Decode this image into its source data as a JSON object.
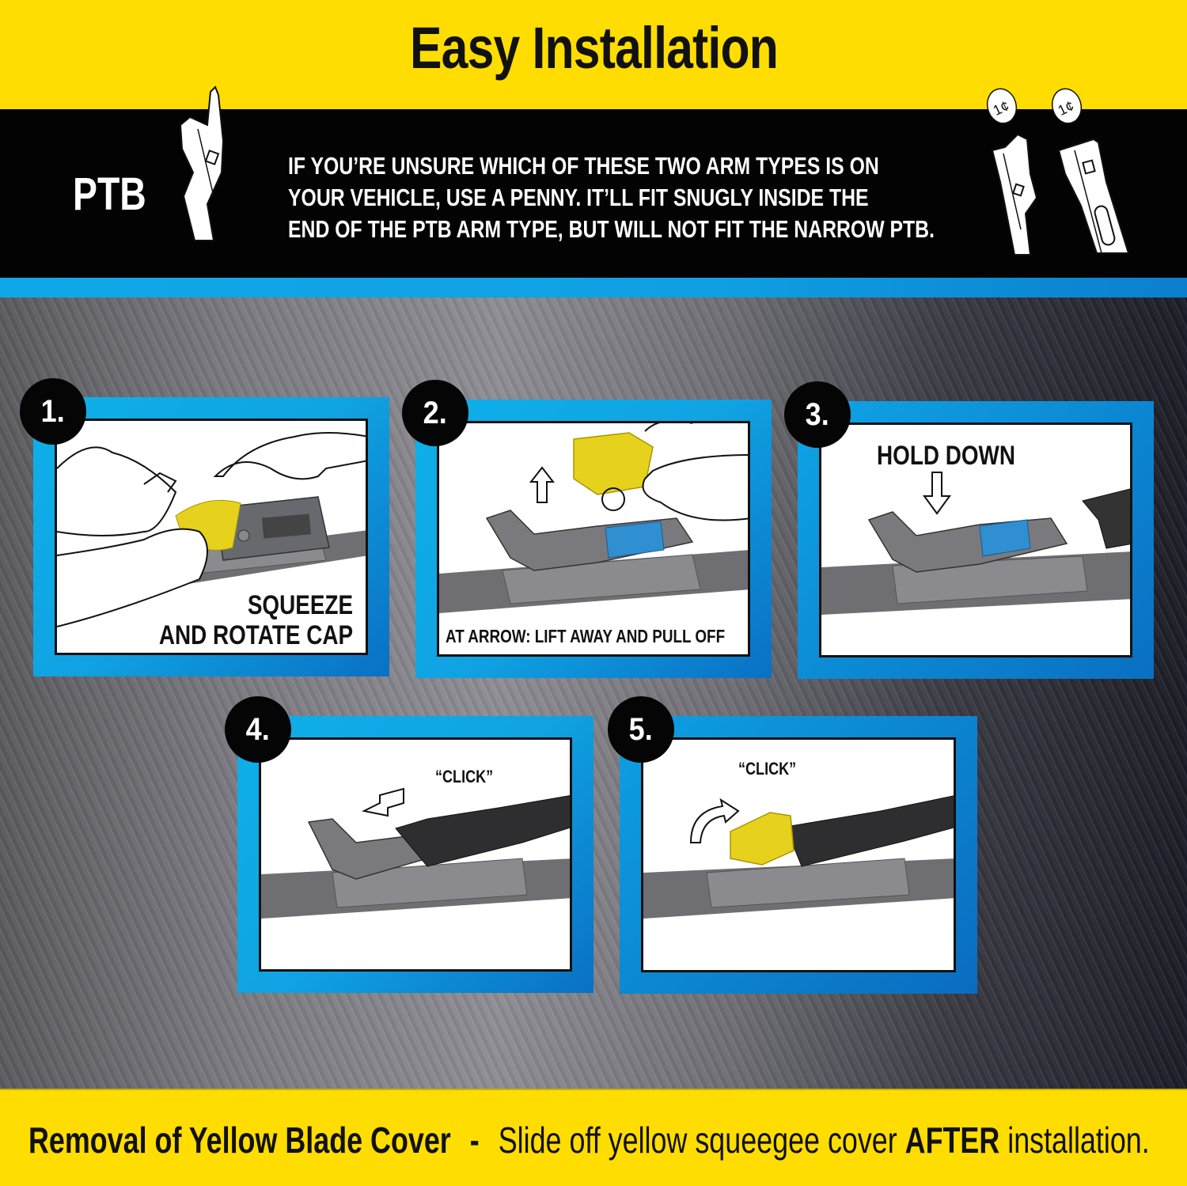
{
  "header": {
    "title": "Easy Installation",
    "background": "#ffdd00"
  },
  "arm_type_note": {
    "label": "PTB",
    "lines": [
      "IF YOU’RE UNSURE WHICH OF THESE TWO ARM TYPES IS ON",
      "YOUR VEHICLE, USE A PENNY. IT’LL FIT SNUGLY INSIDE THE",
      "END OF THE PTB ARM TYPE, BUT WILL NOT FIT THE NARROW PTB."
    ],
    "penny_labels": [
      "1¢",
      "1¢"
    ],
    "icons": [
      "ptb-arm-icon",
      "penny-ptb-arm-icon",
      "penny-narrow-ptb-arm-icon"
    ]
  },
  "steps": [
    {
      "number": "1.",
      "caption_lines": [
        "SQUEEZE",
        "AND ROTATE CAP"
      ],
      "illustration": "hands-rotate-yellow-cap"
    },
    {
      "number": "2.",
      "caption_lines": [
        "AT ARROW: LIFT AWAY AND PULL OFF"
      ],
      "illustration": "lift-yellow-adapter-off"
    },
    {
      "number": "3.",
      "caption_lines": [
        "HOLD DOWN"
      ],
      "illustration": "hold-down-connector"
    },
    {
      "number": "4.",
      "caption_lines": [
        "“CLICK”"
      ],
      "illustration": "slide-arm-onto-connector"
    },
    {
      "number": "5.",
      "caption_lines": [
        "“CLICK”"
      ],
      "illustration": "close-yellow-cap"
    }
  ],
  "footer": {
    "heading": "Removal of Yellow Blade Cover",
    "separator": "-",
    "text_before": "Slide off yellow squeegee cover",
    "emphasis": "AFTER",
    "text_after": "installation."
  },
  "colors": {
    "yellow": "#ffdd00",
    "blue": "#10a8e8",
    "black": "#030303",
    "cap_yellow": "#e6d21c",
    "clip_blue": "#2f8fd0",
    "metal_gray": "#8d8d93"
  }
}
